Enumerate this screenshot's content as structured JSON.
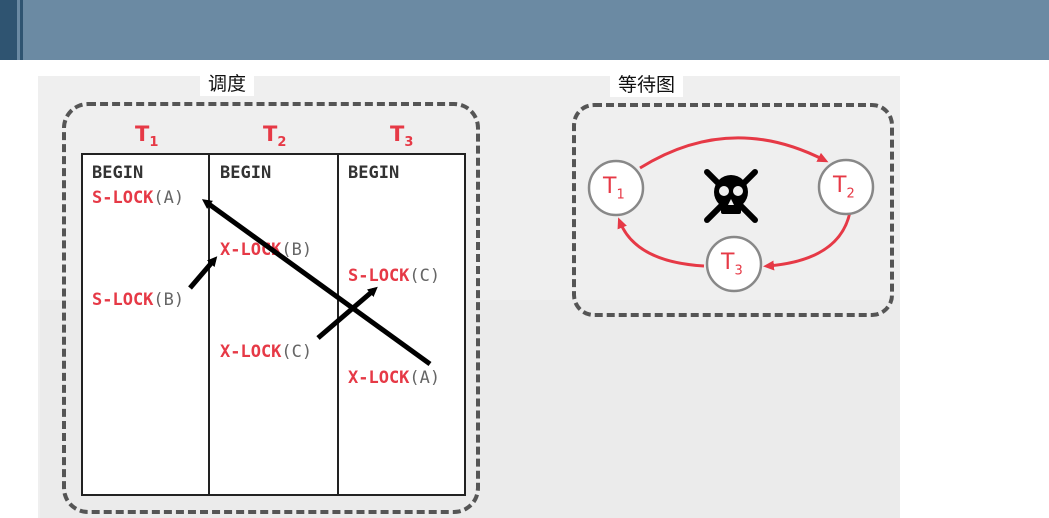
{
  "schedule": {
    "caption": "调度",
    "columns": [
      {
        "label": "T",
        "sub": "1"
      },
      {
        "label": "T",
        "sub": "2"
      },
      {
        "label": "T",
        "sub": "3"
      }
    ],
    "cells": [
      {
        "col": 1,
        "op": "BEGIN",
        "arg": "",
        "color": "black"
      },
      {
        "col": 1,
        "op": "S-LOCK",
        "arg": "(A)",
        "color": "red"
      },
      {
        "col": 1,
        "op": "S-LOCK",
        "arg": "(B)",
        "color": "red"
      },
      {
        "col": 2,
        "op": "BEGIN",
        "arg": "",
        "color": "black"
      },
      {
        "col": 2,
        "op": "X-LOCK",
        "arg": "(B)",
        "color": "red"
      },
      {
        "col": 2,
        "op": "X-LOCK",
        "arg": "(C)",
        "color": "red"
      },
      {
        "col": 3,
        "op": "BEGIN",
        "arg": "",
        "color": "black"
      },
      {
        "col": 3,
        "op": "S-LOCK",
        "arg": "(C)",
        "color": "red"
      },
      {
        "col": 3,
        "op": "X-LOCK",
        "arg": "(A)",
        "color": "red"
      }
    ]
  },
  "wait_graph": {
    "caption": "等待图",
    "nodes": [
      {
        "label": "T",
        "sub": "1"
      },
      {
        "label": "T",
        "sub": "2"
      },
      {
        "label": "T",
        "sub": "3"
      }
    ],
    "edges": [
      [
        "T1",
        "T2"
      ],
      [
        "T2",
        "T3"
      ],
      [
        "T3",
        "T1"
      ]
    ],
    "deadlock_icon": "skull-crossbones-icon"
  },
  "colors": {
    "header": "#6b8aa3",
    "header_accent": "#2f5471",
    "lock_red": "#e63946",
    "frame": "#555555"
  }
}
